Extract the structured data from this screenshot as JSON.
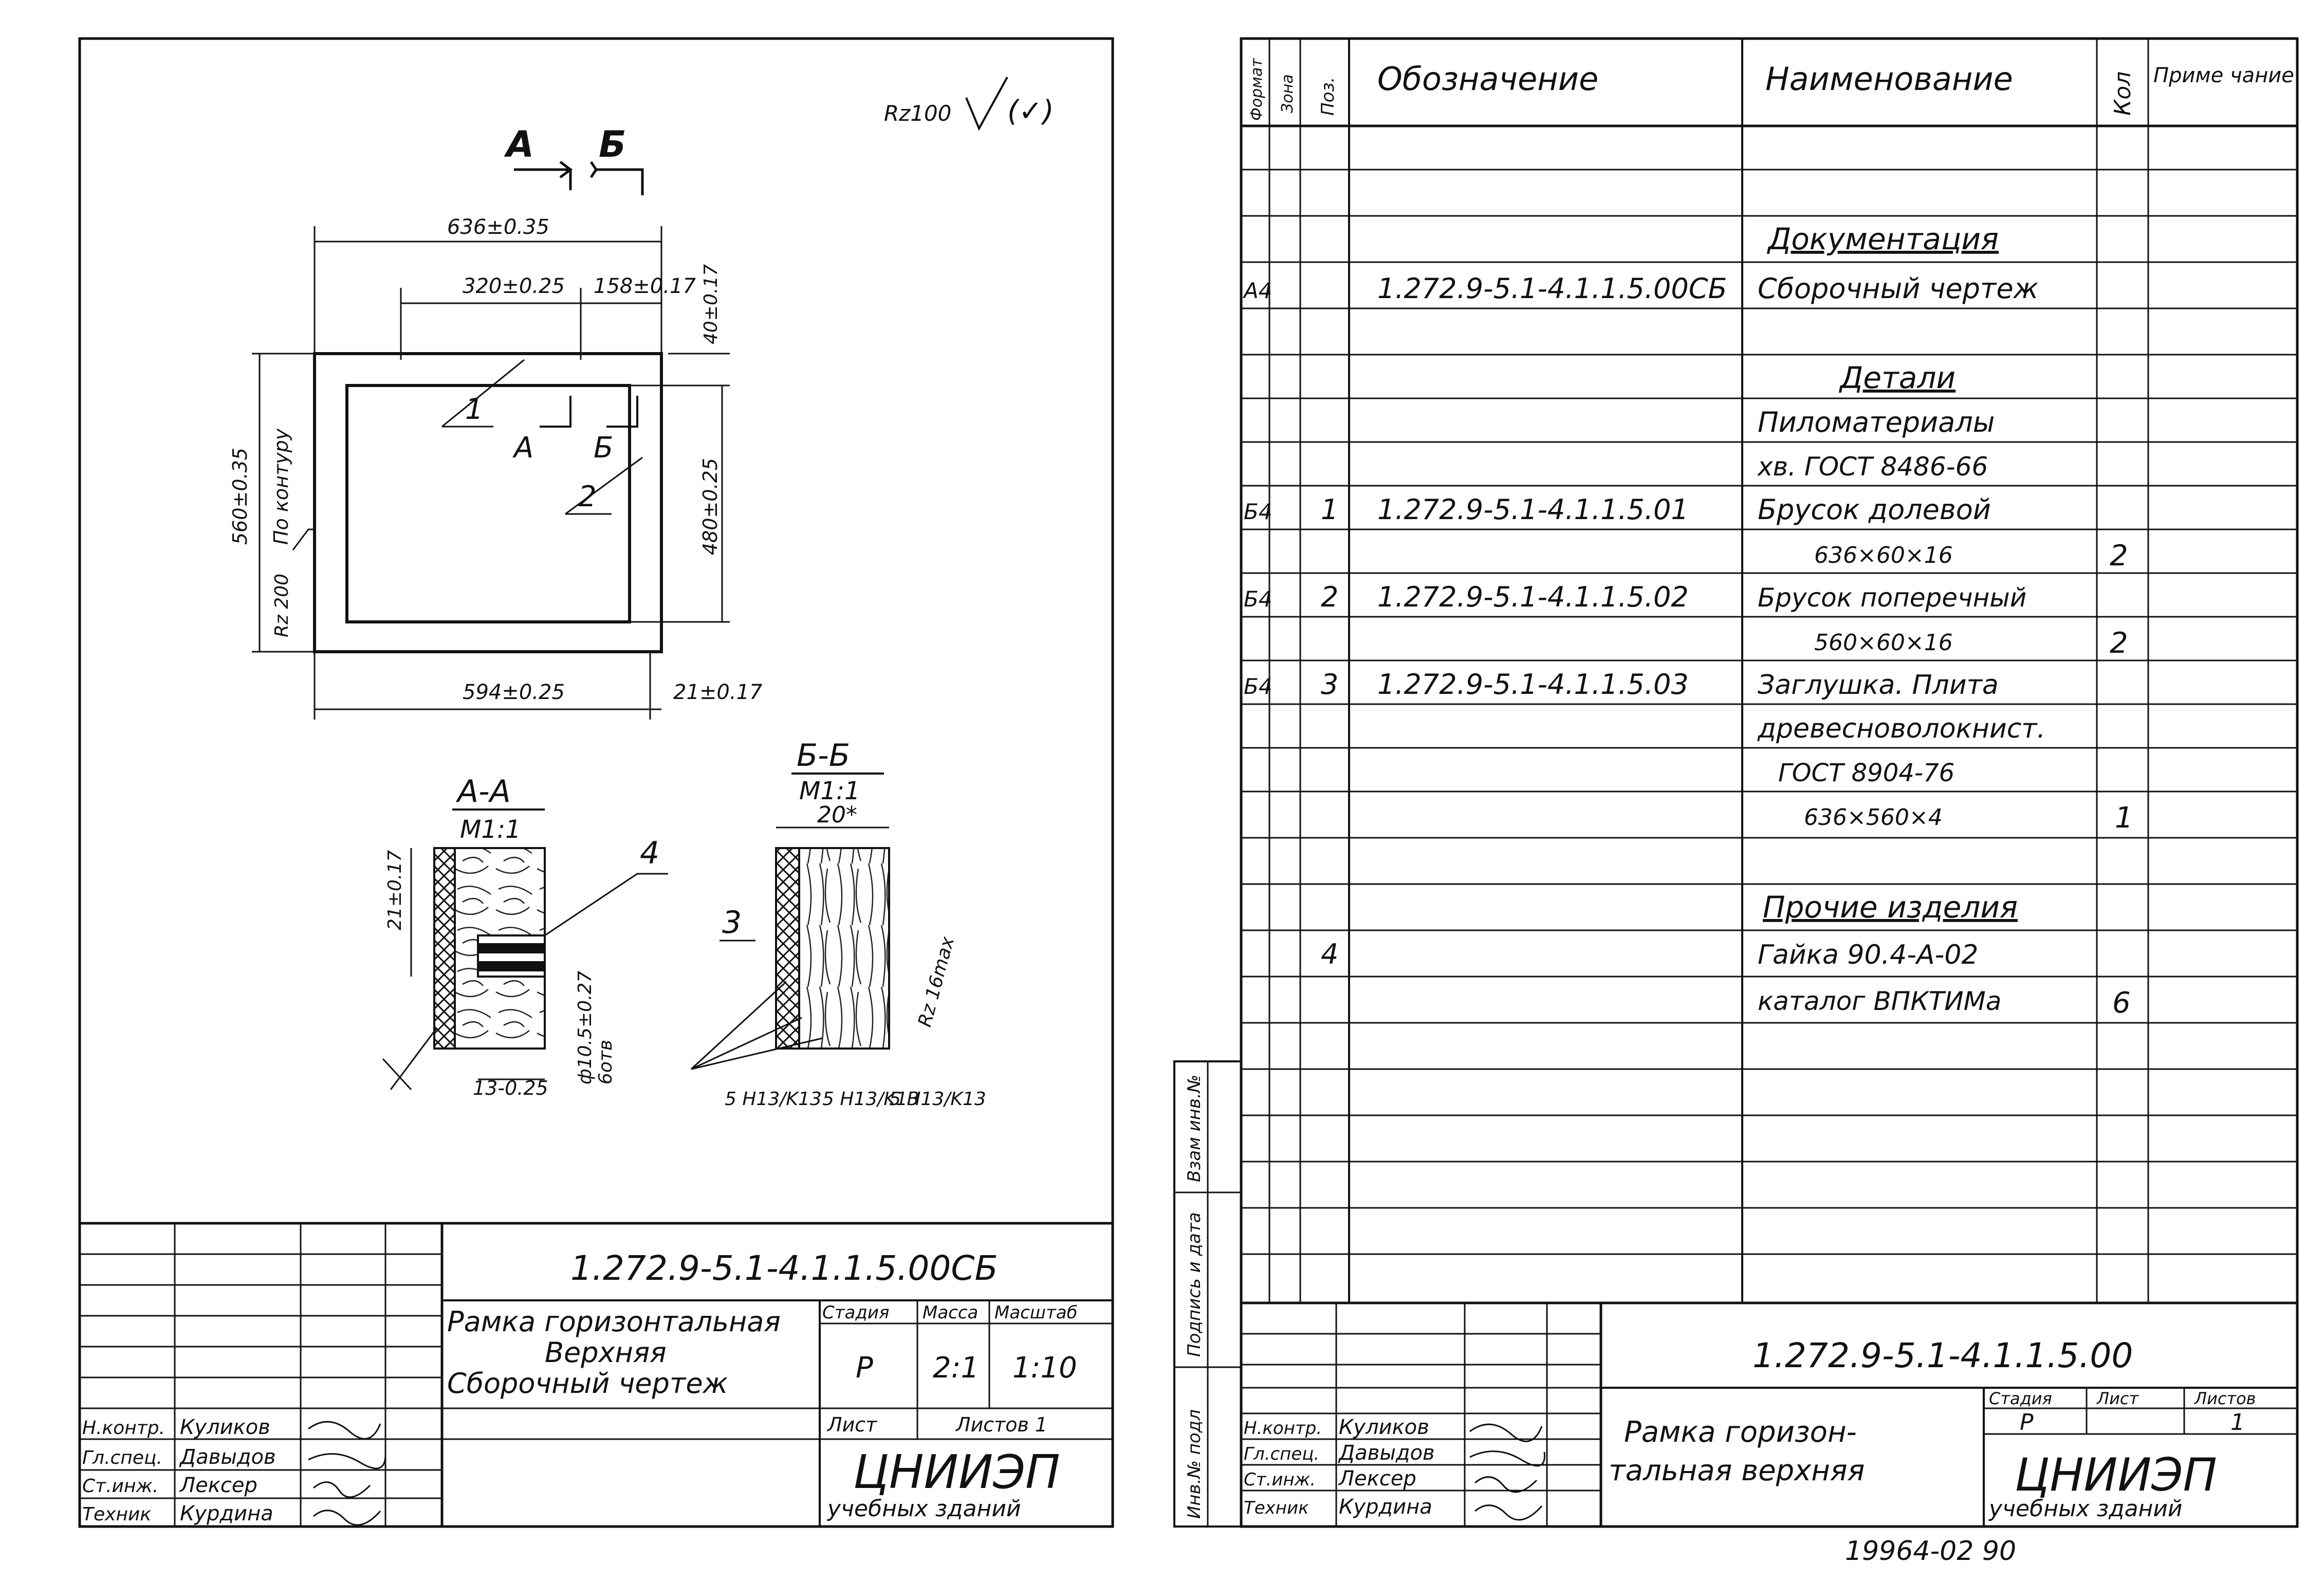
{
  "left_sheet": {
    "roughness": "Rz100",
    "roughness_paren": "(✓)",
    "section_marks": {
      "a": "А",
      "b": "Б"
    },
    "dims": {
      "overall_width": "636±0.35",
      "inner_offset": "320±0.25",
      "right_offset": "158±0.17",
      "top_offset": "40±0.17",
      "height": "560±0.35",
      "contour": "По контуру",
      "rz": "Rz 200",
      "inner_height": "480±0.25",
      "bottom_width": "594±0.25",
      "bottom_right": "21±0.17"
    },
    "callouts": {
      "c1": "1",
      "c2": "2",
      "c3": "3",
      "c4": "4",
      "a": "А",
      "b": "Б"
    },
    "section_aa": {
      "title": "А-А",
      "scale": "М1:1",
      "dim1": "21±0.17",
      "dim2": "13-0.25",
      "dim3": "ф10.5±0.27",
      "dim4": "6отв"
    },
    "section_bb": {
      "title": "Б-Б",
      "scale": "М1:1",
      "dim1": "20*",
      "rz": "Rz 16max",
      "fit1": "5 H13/K13",
      "fit2": "5 H13/K13",
      "fit3": "5 H13/K13"
    },
    "title_block": {
      "doc_number": "1.272.9-5.1-4.1.1.5.00СБ",
      "name_line1": "Рамка горизонтальная",
      "name_line2": "Верхняя",
      "name_line3": "Сборочный чертеж",
      "stage_label": "Стадия",
      "mass_label": "Масса",
      "scale_label": "Масштаб",
      "stage": "Р",
      "mass": "2:1",
      "scale": "1:10",
      "sheet_label": "Лист",
      "sheets_label": "Листов 1",
      "org": "ЦНИИЭП",
      "org_sub": "учебных зданий",
      "signers": [
        {
          "role": "Н.контр.",
          "name": "Куликов"
        },
        {
          "role": "Гл.спец.",
          "name": "Давыдов"
        },
        {
          "role": "Ст.инж.",
          "name": "Лексер"
        },
        {
          "role": "Техник",
          "name": "Курдина"
        }
      ]
    }
  },
  "right_sheet": {
    "headers": {
      "format": "Формат",
      "zone": "Зона",
      "pos": "Поз.",
      "designation": "Обозначение",
      "name": "Наименование",
      "qty": "Кол",
      "note": "Приме чание"
    },
    "rows": [
      {
        "format": "",
        "pos": "",
        "designation": "",
        "name": "Документация",
        "qty": "",
        "heading": true
      },
      {
        "format": "А4",
        "pos": "",
        "designation": "1.272.9-5.1-4.1.1.5.00СБ",
        "name": "Сборочный чертеж",
        "qty": ""
      },
      {
        "format": "",
        "pos": "",
        "designation": "",
        "name": "Детали",
        "qty": "",
        "heading": true
      },
      {
        "format": "",
        "pos": "",
        "designation": "",
        "name": "Пиломатериалы",
        "qty": ""
      },
      {
        "format": "",
        "pos": "",
        "designation": "",
        "name": "хв. ГОСТ 8486-66",
        "qty": ""
      },
      {
        "format": "Б4",
        "pos": "1",
        "designation": "1.272.9-5.1-4.1.1.5.01",
        "name": "Брусок долевой",
        "qty": ""
      },
      {
        "format": "",
        "pos": "",
        "designation": "",
        "name": "636×60×16",
        "qty": "2"
      },
      {
        "format": "Б4",
        "pos": "2",
        "designation": "1.272.9-5.1-4.1.1.5.02",
        "name": "Брусок поперечный",
        "qty": ""
      },
      {
        "format": "",
        "pos": "",
        "designation": "",
        "name": "560×60×16",
        "qty": "2"
      },
      {
        "format": "Б4",
        "pos": "3",
        "designation": "1.272.9-5.1-4.1.1.5.03",
        "name": "Заглушка. Плита",
        "qty": ""
      },
      {
        "format": "",
        "pos": "",
        "designation": "",
        "name": "древесноволокнист.",
        "qty": ""
      },
      {
        "format": "",
        "pos": "",
        "designation": "",
        "name": "ГОСТ 8904-76",
        "qty": ""
      },
      {
        "format": "",
        "pos": "",
        "designation": "",
        "name": "636×560×4",
        "qty": "1"
      },
      {
        "format": "",
        "pos": "",
        "designation": "",
        "name": "Прочие изделия",
        "qty": "",
        "heading": true
      },
      {
        "format": "",
        "pos": "4",
        "designation": "",
        "name": "Гайка 90.4-А-02",
        "qty": ""
      },
      {
        "format": "",
        "pos": "",
        "designation": "",
        "name": "каталог ВПКТИМа",
        "qty": "6"
      }
    ],
    "side_labels": [
      "Инв.№ подл",
      "Подпись и дата",
      "Взам инв.№"
    ],
    "title_block": {
      "doc_number": "1.272.9-5.1-4.1.1.5.00",
      "name_line1": "Рамка горизон-",
      "name_line2": "тальная верхняя",
      "stage_label": "Стадия",
      "sheet_label": "Лист",
      "sheets_label": "Листов",
      "stage": "Р",
      "sheets": "1",
      "org": "ЦНИИЭП",
      "org_sub": "учебных зданий",
      "signers": [
        {
          "role": "Н.контр.",
          "name": "Куликов"
        },
        {
          "role": "Гл.спец.",
          "name": "Давыдов"
        },
        {
          "role": "Ст.инж.",
          "name": "Лексер"
        },
        {
          "role": "Техник",
          "name": "Курдина"
        }
      ]
    },
    "footer": "19964-02  90"
  }
}
